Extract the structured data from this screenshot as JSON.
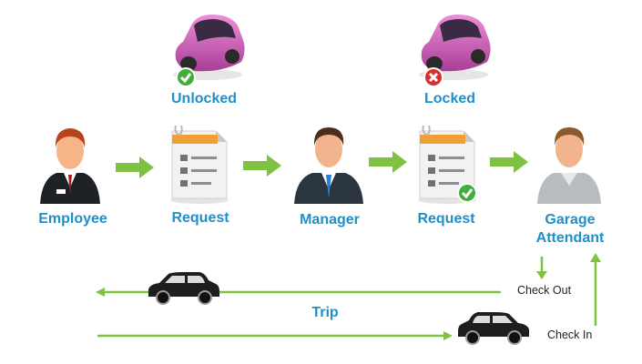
{
  "top": {
    "unlocked_label": "Unlocked",
    "locked_label": "Locked"
  },
  "nodes": {
    "employee": "Employee",
    "request_1": "Request",
    "manager": "Manager",
    "request_2": "Request",
    "garage_line1": "Garage",
    "garage_line2": "Attendant"
  },
  "bottom": {
    "check_out": "Check Out",
    "trip": "Trip",
    "check_in": "Check In"
  },
  "colors": {
    "label_blue": "#1f8fc9",
    "arrow_green": "#7fc241",
    "car_pink": "#d05fb8",
    "ok_green": "#3fae3a",
    "no_red": "#d9302f"
  }
}
